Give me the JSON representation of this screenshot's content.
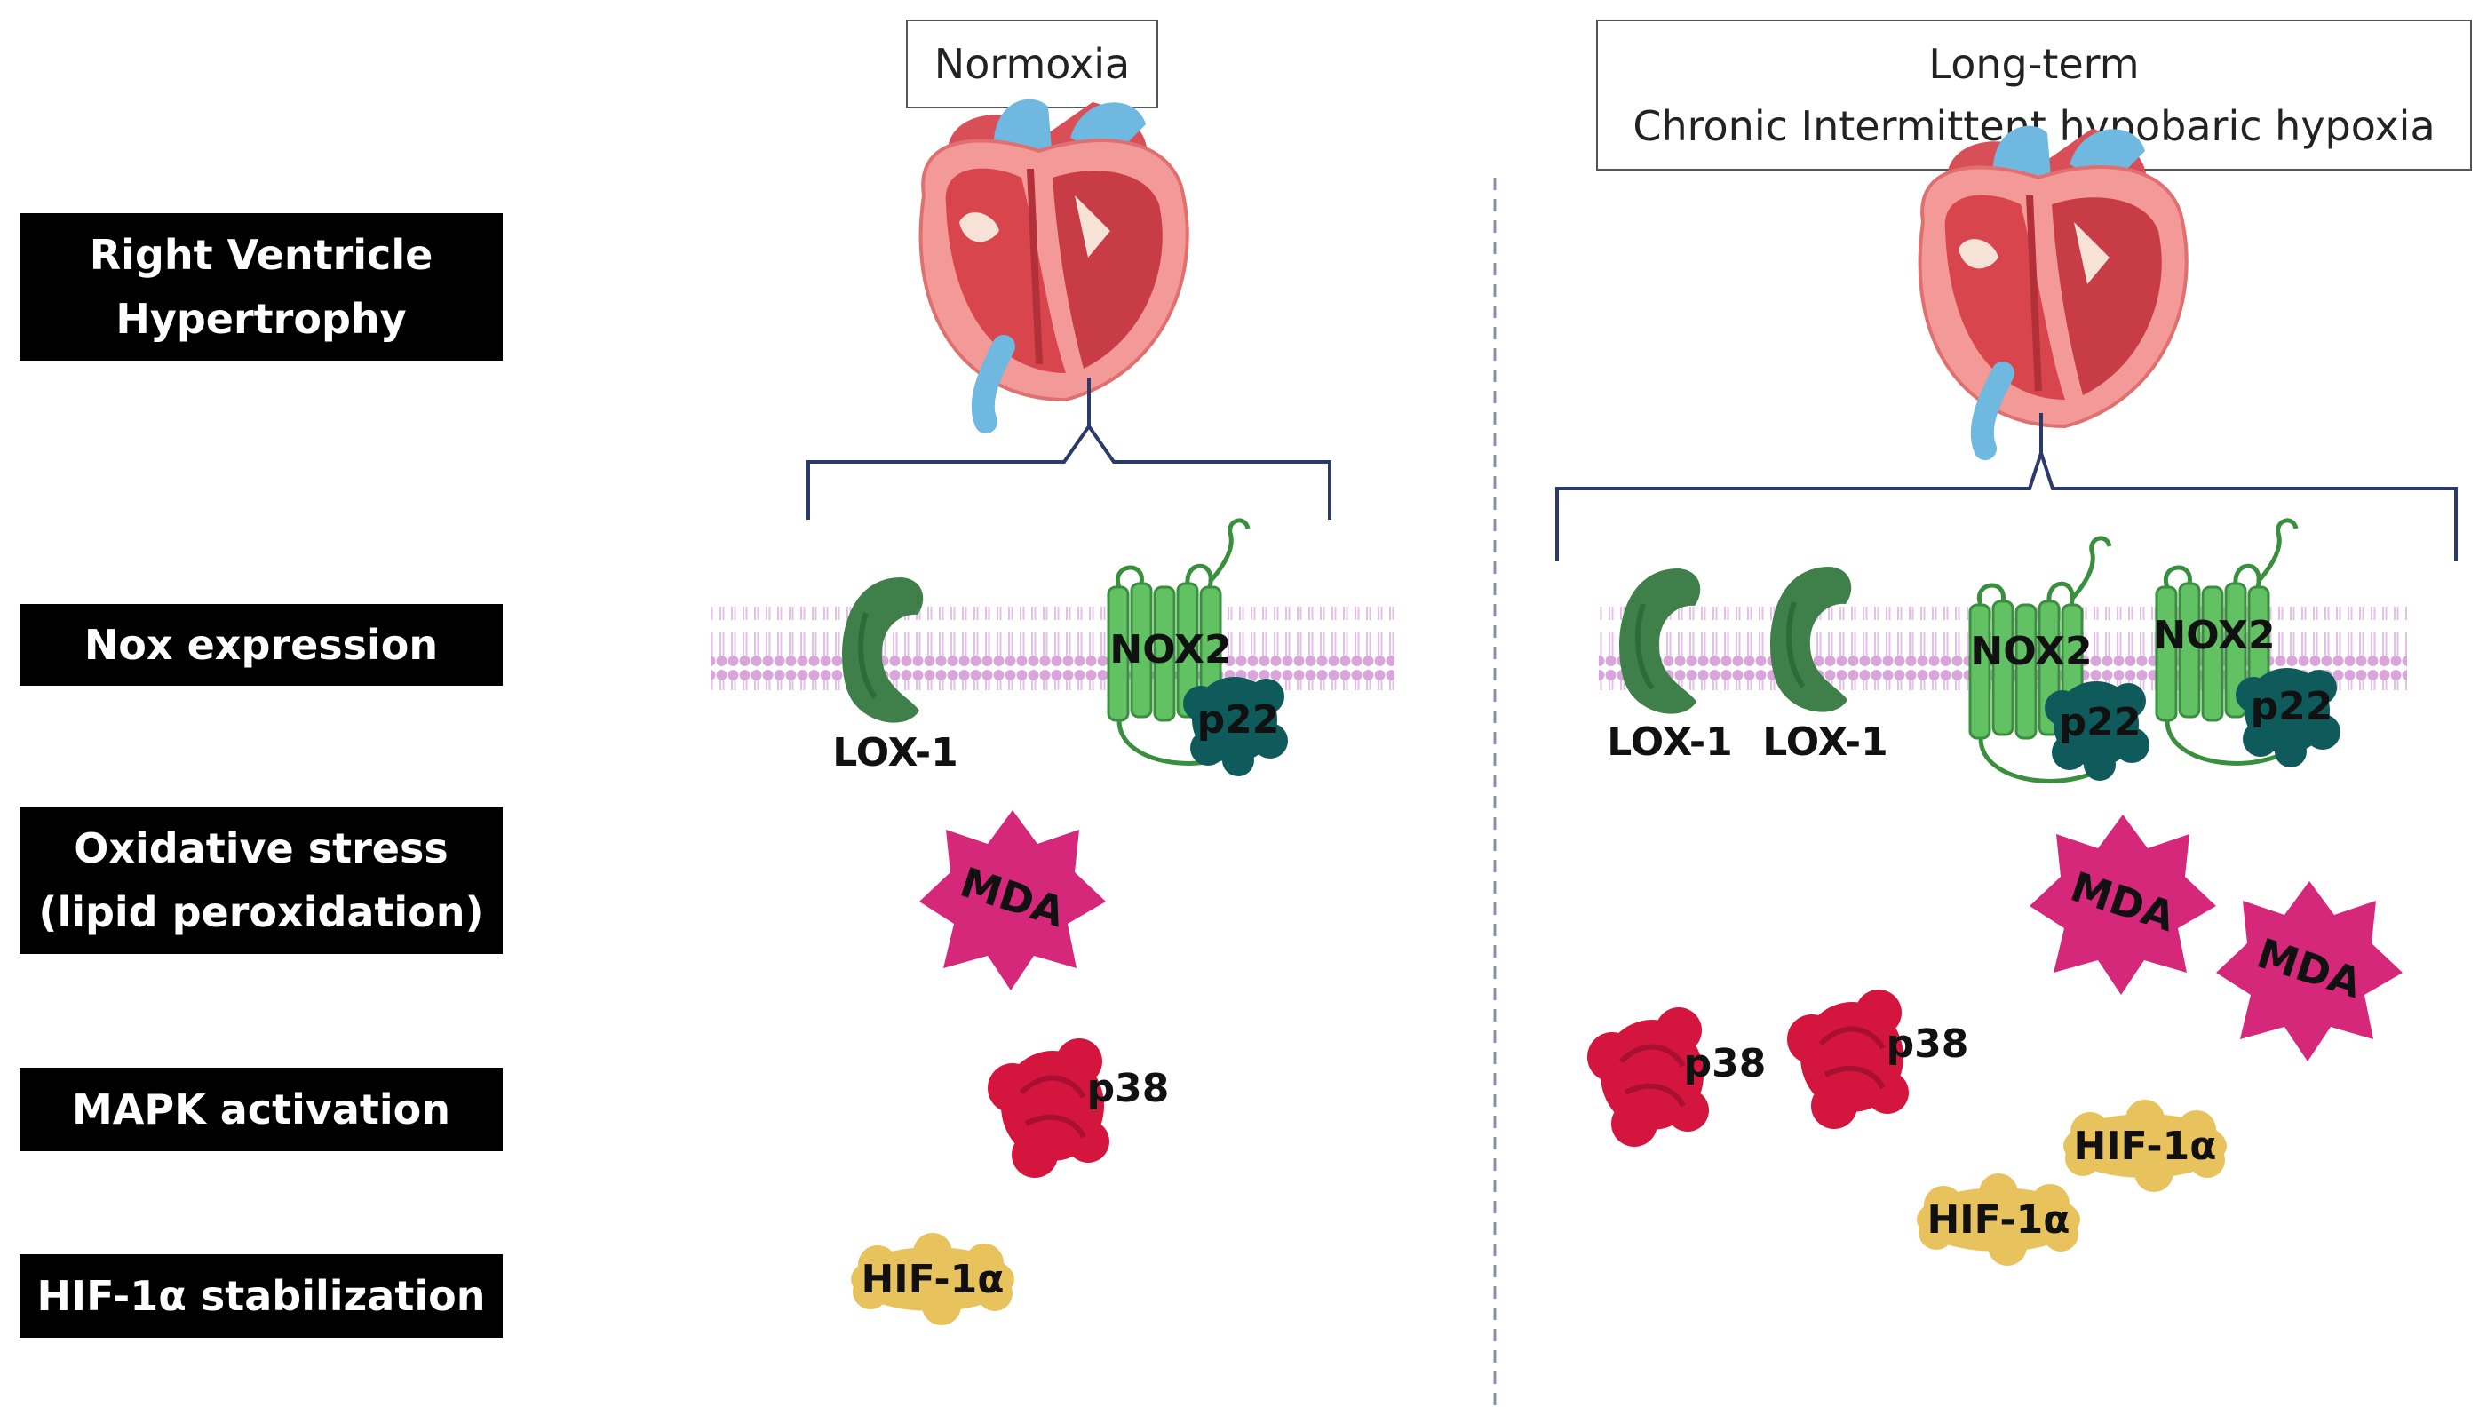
{
  "conditions": {
    "normoxia": "Normoxia",
    "hypoxia": "Long-term\nChronic Intermittent hypobaric hypoxia"
  },
  "row_labels": [
    "Right Ventricle\nHypertrophy",
    "Nox expression",
    "Oxidative stress\n(lipid peroxidation)",
    "MAPK activation",
    "HIF-1α stabilization"
  ],
  "molecules": {
    "lox1": "LOX-1",
    "nox2": "NOX2",
    "p22": "p22",
    "mda": "MDA",
    "p38": "p38",
    "hif": "HIF-1α"
  },
  "colors": {
    "label_bg": "#000000",
    "membrane": "#d9a6dc",
    "lox1": "#3e7f4a",
    "nox2": "#62c163",
    "p22": "#0f5a5a",
    "mda": "#d5287a",
    "p38": "#d4163e",
    "hif": "#e8c25c",
    "bracket": "#2b3a6b",
    "heart": "#f07a7a",
    "vessel": "#6fb8df"
  }
}
